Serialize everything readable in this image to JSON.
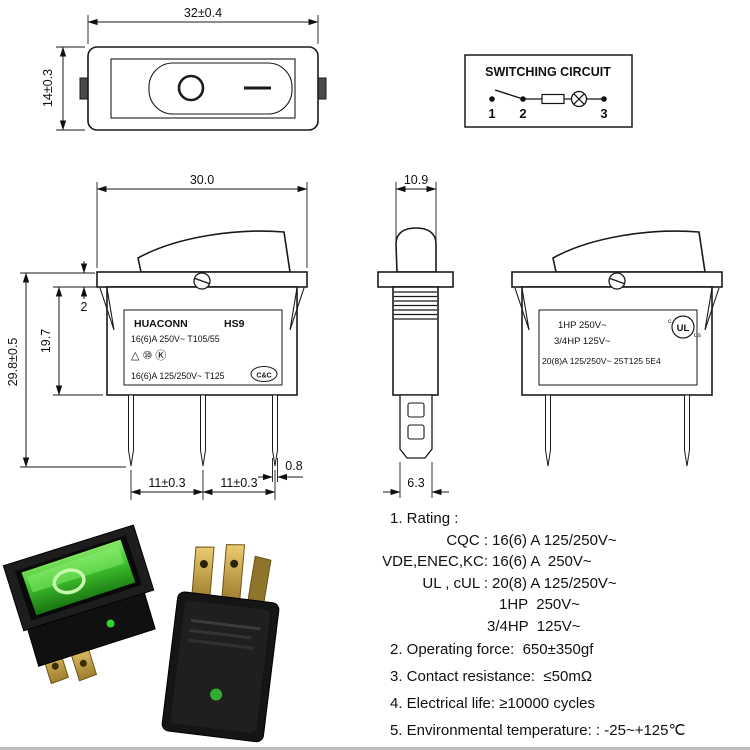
{
  "top_view": {
    "dim_width": "32±0.4",
    "dim_height": "14±0.3"
  },
  "switching_circuit": {
    "title": "SWITCHING CIRCUIT",
    "terminals": [
      "1",
      "2",
      "3"
    ]
  },
  "front_view": {
    "dim_flange_width": "30.0",
    "dim_flange_thickness": "2",
    "dim_body_height": "19.7",
    "dim_total_height": "29.8±0.5",
    "dim_pin_pitch_left": "11±0.3",
    "dim_pin_pitch_right": "11±0.3",
    "dim_terminal_thickness": "0.8",
    "label": {
      "brand": "HUACONN",
      "model": "HS9",
      "rating_top": "16(6)A 250V~ T105/55",
      "cert_marks": "△ ⑩ Ⓚ",
      "rating_bottom": "16(6)A 125/250V~ T125",
      "cc_logo": "C&C"
    }
  },
  "side_view": {
    "dim_width": "10.9",
    "dim_terminal_block": "6.3"
  },
  "right_view": {
    "label": {
      "line1": "1HP 250V~",
      "line2": "3/4HP 125V~",
      "line3": "20(8)A 125/250V~ 25T125 5E4",
      "ul_mark": "UL",
      "ul_c": "c",
      "ul_us": "us"
    }
  },
  "specs": {
    "rating_heading": "1. Rating :",
    "rows": [
      {
        "label": "CQC :",
        "value": "16(6) A 125/250V~"
      },
      {
        "label": "VDE,ENEC,KC:",
        "value": "16(6) A  250V~"
      },
      {
        "label": "UL , cUL :",
        "value": "20(8) A 125/250V~"
      }
    ],
    "ul_extra": [
      "1HP  250V~",
      "3/4HP  125V~"
    ],
    "operating_force": "2. Operating force:  650±350gf",
    "contact_resistance": "3. Contact resistance:  ≤50mΩ",
    "electrical_life": "4. Electrical life: ≥10000 cycles",
    "environment": "5. Environmental temperature: : -25~+125℃"
  }
}
